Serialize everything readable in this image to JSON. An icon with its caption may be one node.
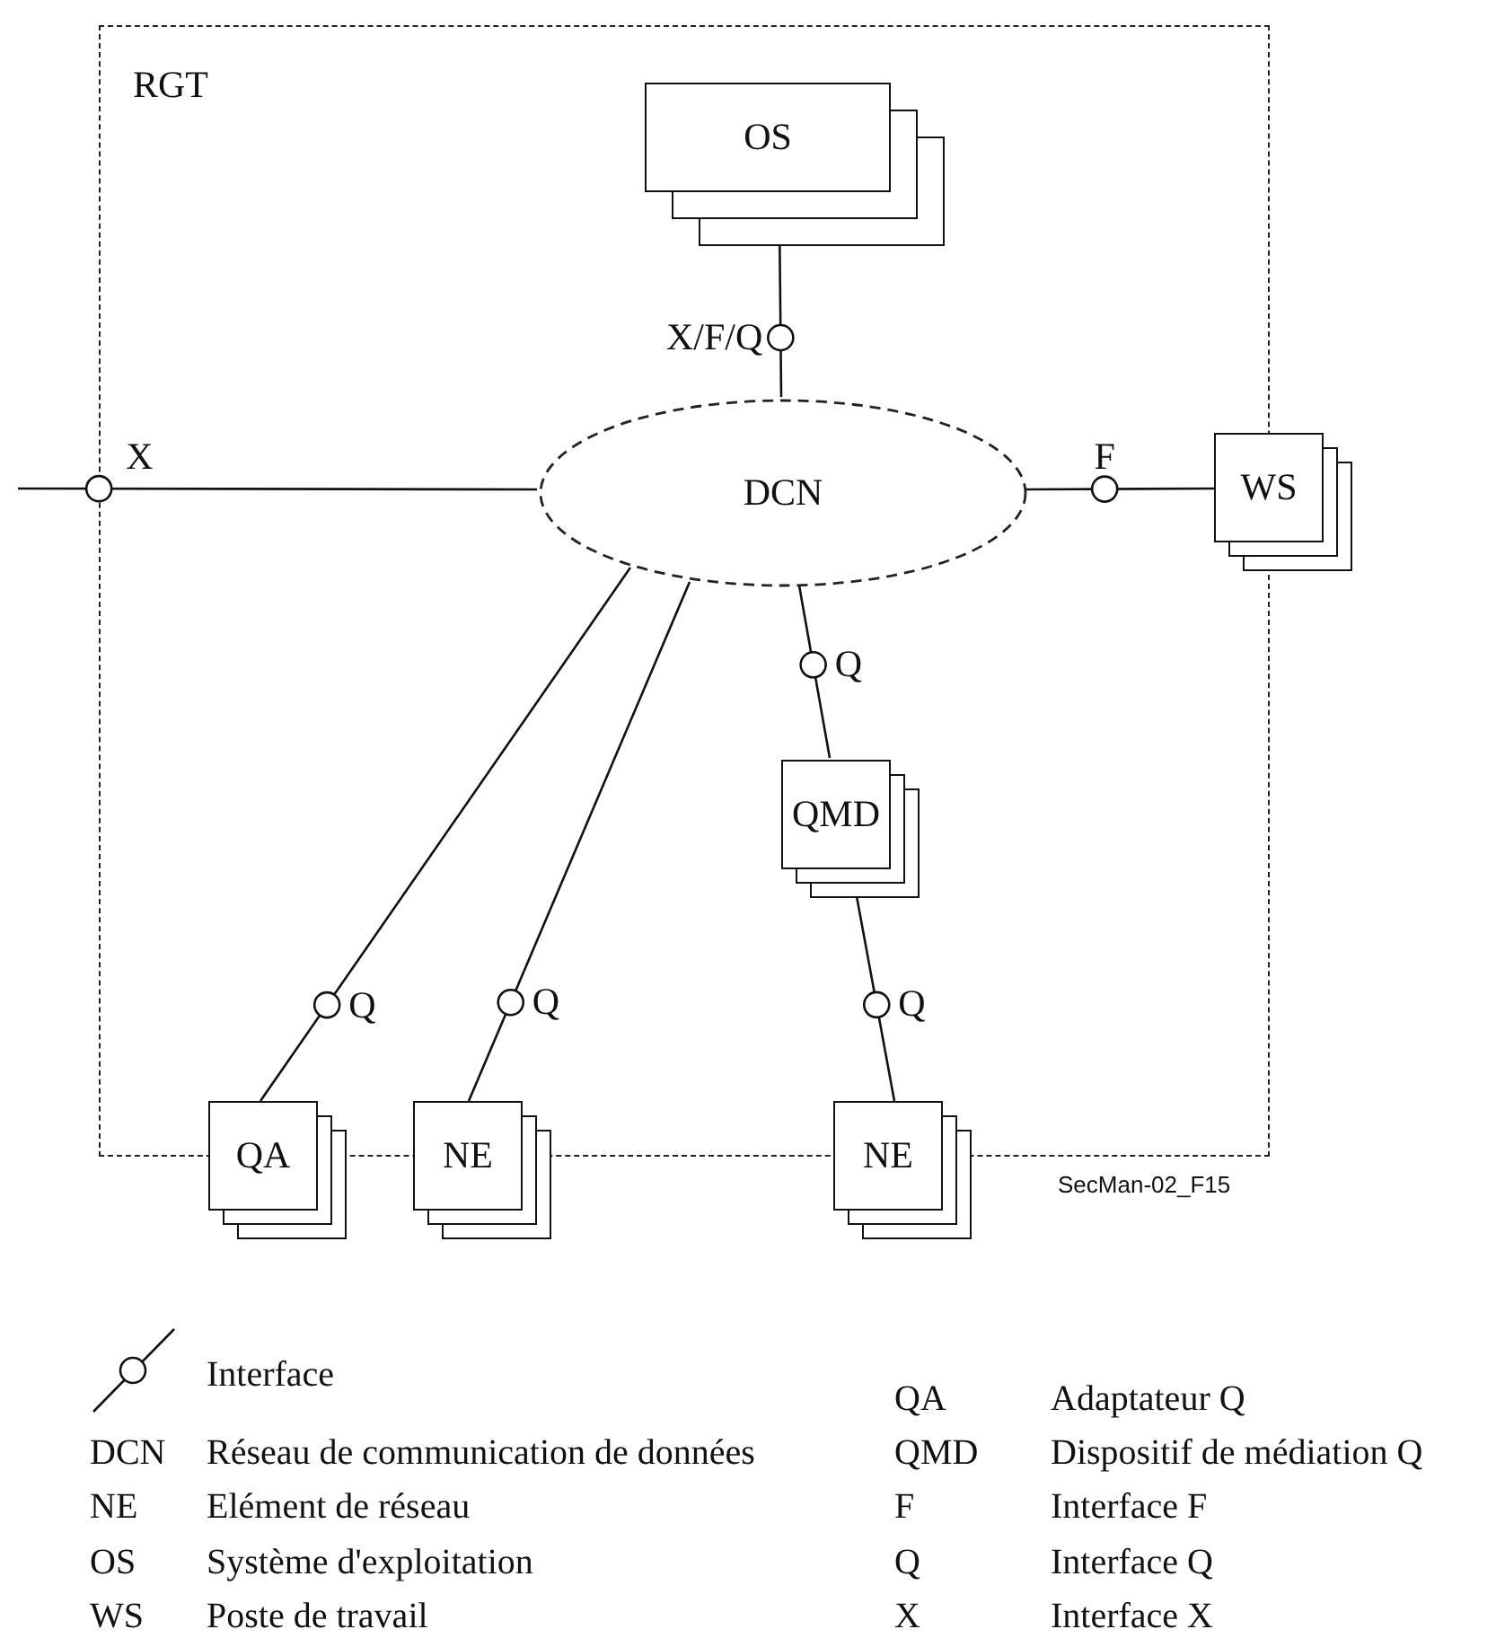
{
  "diagram": {
    "nodes": [
      {
        "text": [
          "RGT"
        ]
      },
      {
        "text": [
          "OS"
        ],
        "in": 0
      },
      {
        "text": [
          "DCN"
        ],
        "in": 0
      },
      {
        "text": [
          "WS"
        ]
      },
      {
        "text": [
          "QMD"
        ],
        "in": 0
      },
      {
        "text": [
          "QA"
        ]
      },
      {
        "text": [
          "NE"
        ]
      },
      {
        "text": [
          "NE"
        ]
      }
    ],
    "edges": [
      {
        "from": null,
        "to": 2,
        "arrow": "none",
        "label": "X"
      },
      {
        "from": 1,
        "to": 2,
        "arrow": "none",
        "label": "X/F/Q"
      },
      {
        "from": 2,
        "to": 3,
        "arrow": "none",
        "label": "F"
      },
      {
        "from": 2,
        "to": 4,
        "arrow": "none",
        "label": "Q"
      },
      {
        "from": 2,
        "to": 5,
        "arrow": "none",
        "label": "Q"
      },
      {
        "from": 2,
        "to": 6,
        "arrow": "none",
        "label": "Q"
      },
      {
        "from": 4,
        "to": 7,
        "arrow": "none",
        "label": "Q"
      }
    ],
    "labels": [
      "SecMan-02_F15",
      "QA",
      "Adaptateur Q",
      "DCN",
      "Réseau de communication de données",
      "QMD",
      "Dispositif de médiation Q",
      "NE",
      "Elément de réseau",
      "F",
      "Interface F",
      "OS",
      "Système d'exploitation",
      "Q",
      "Interface Q",
      "WS",
      "Poste de travail",
      "X",
      "Interface X"
    ],
    "legend": [
      {
        "text": "Interface"
      }
    ]
  }
}
